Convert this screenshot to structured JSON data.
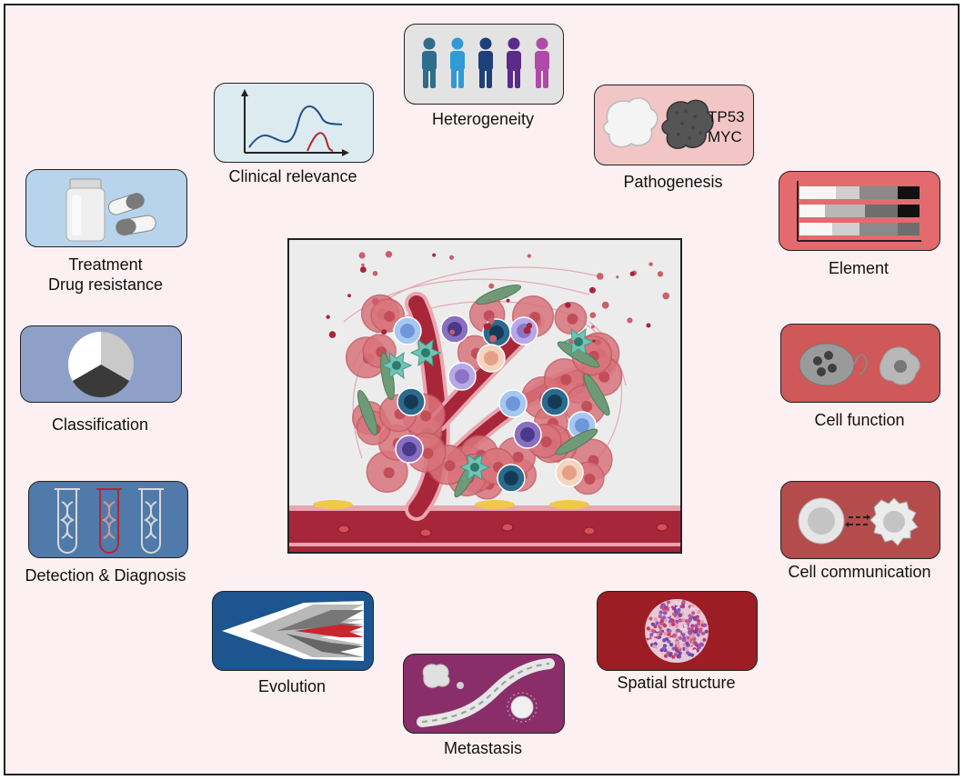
{
  "figure": {
    "center": {
      "name": "tumor-microenvironment-illustration"
    },
    "nodes": {
      "heterogeneity": {
        "label": "Heterogeneity"
      },
      "clinical_relevance": {
        "label": "Clinical relevance"
      },
      "pathogenesis": {
        "label": "Pathogenesis",
        "genes": [
          "TP53",
          "MYC"
        ]
      },
      "treatment": {
        "label_line1": "Treatment",
        "label_line2": "Drug resistance"
      },
      "element": {
        "label": "Element"
      },
      "classification": {
        "label": "Classification"
      },
      "cell_function": {
        "label": "Cell function"
      },
      "detection": {
        "label": "Detection & Diagnosis"
      },
      "cell_communication": {
        "label": "Cell communication"
      },
      "evolution": {
        "label": "Evolution"
      },
      "spatial_structure": {
        "label": "Spatial structure"
      },
      "metastasis": {
        "label": "Metastasis"
      }
    }
  },
  "colors": {
    "background": "#fdf0f2",
    "tile_border": "#222222",
    "vessel": "#a8263a",
    "heterogeneity_bg": "#e3e3e3",
    "clinical_bg": "#dcebf0",
    "pathogenesis_bg": "#f2c6c6",
    "treatment_bg": "#b7d4ec",
    "element_bg": "#e36a6e",
    "classification_bg": "#8fa0c8",
    "cell_function_bg": "#cf5858",
    "detection_bg": "#4f7aaa",
    "cell_communication_bg": "#b44c4c",
    "evolution_bg": "#1c5590",
    "spatial_bg": "#9c1e24",
    "metastasis_bg": "#8a2e6a"
  },
  "icons": [
    "people-icon",
    "curve-chart-icon",
    "cell-icon",
    "drug-icon",
    "bands-icon",
    "pie-icon",
    "test-tube-icon",
    "communication-icon",
    "evolution-fan-icon",
    "spatial-map-icon",
    "metastasis-icon"
  ]
}
